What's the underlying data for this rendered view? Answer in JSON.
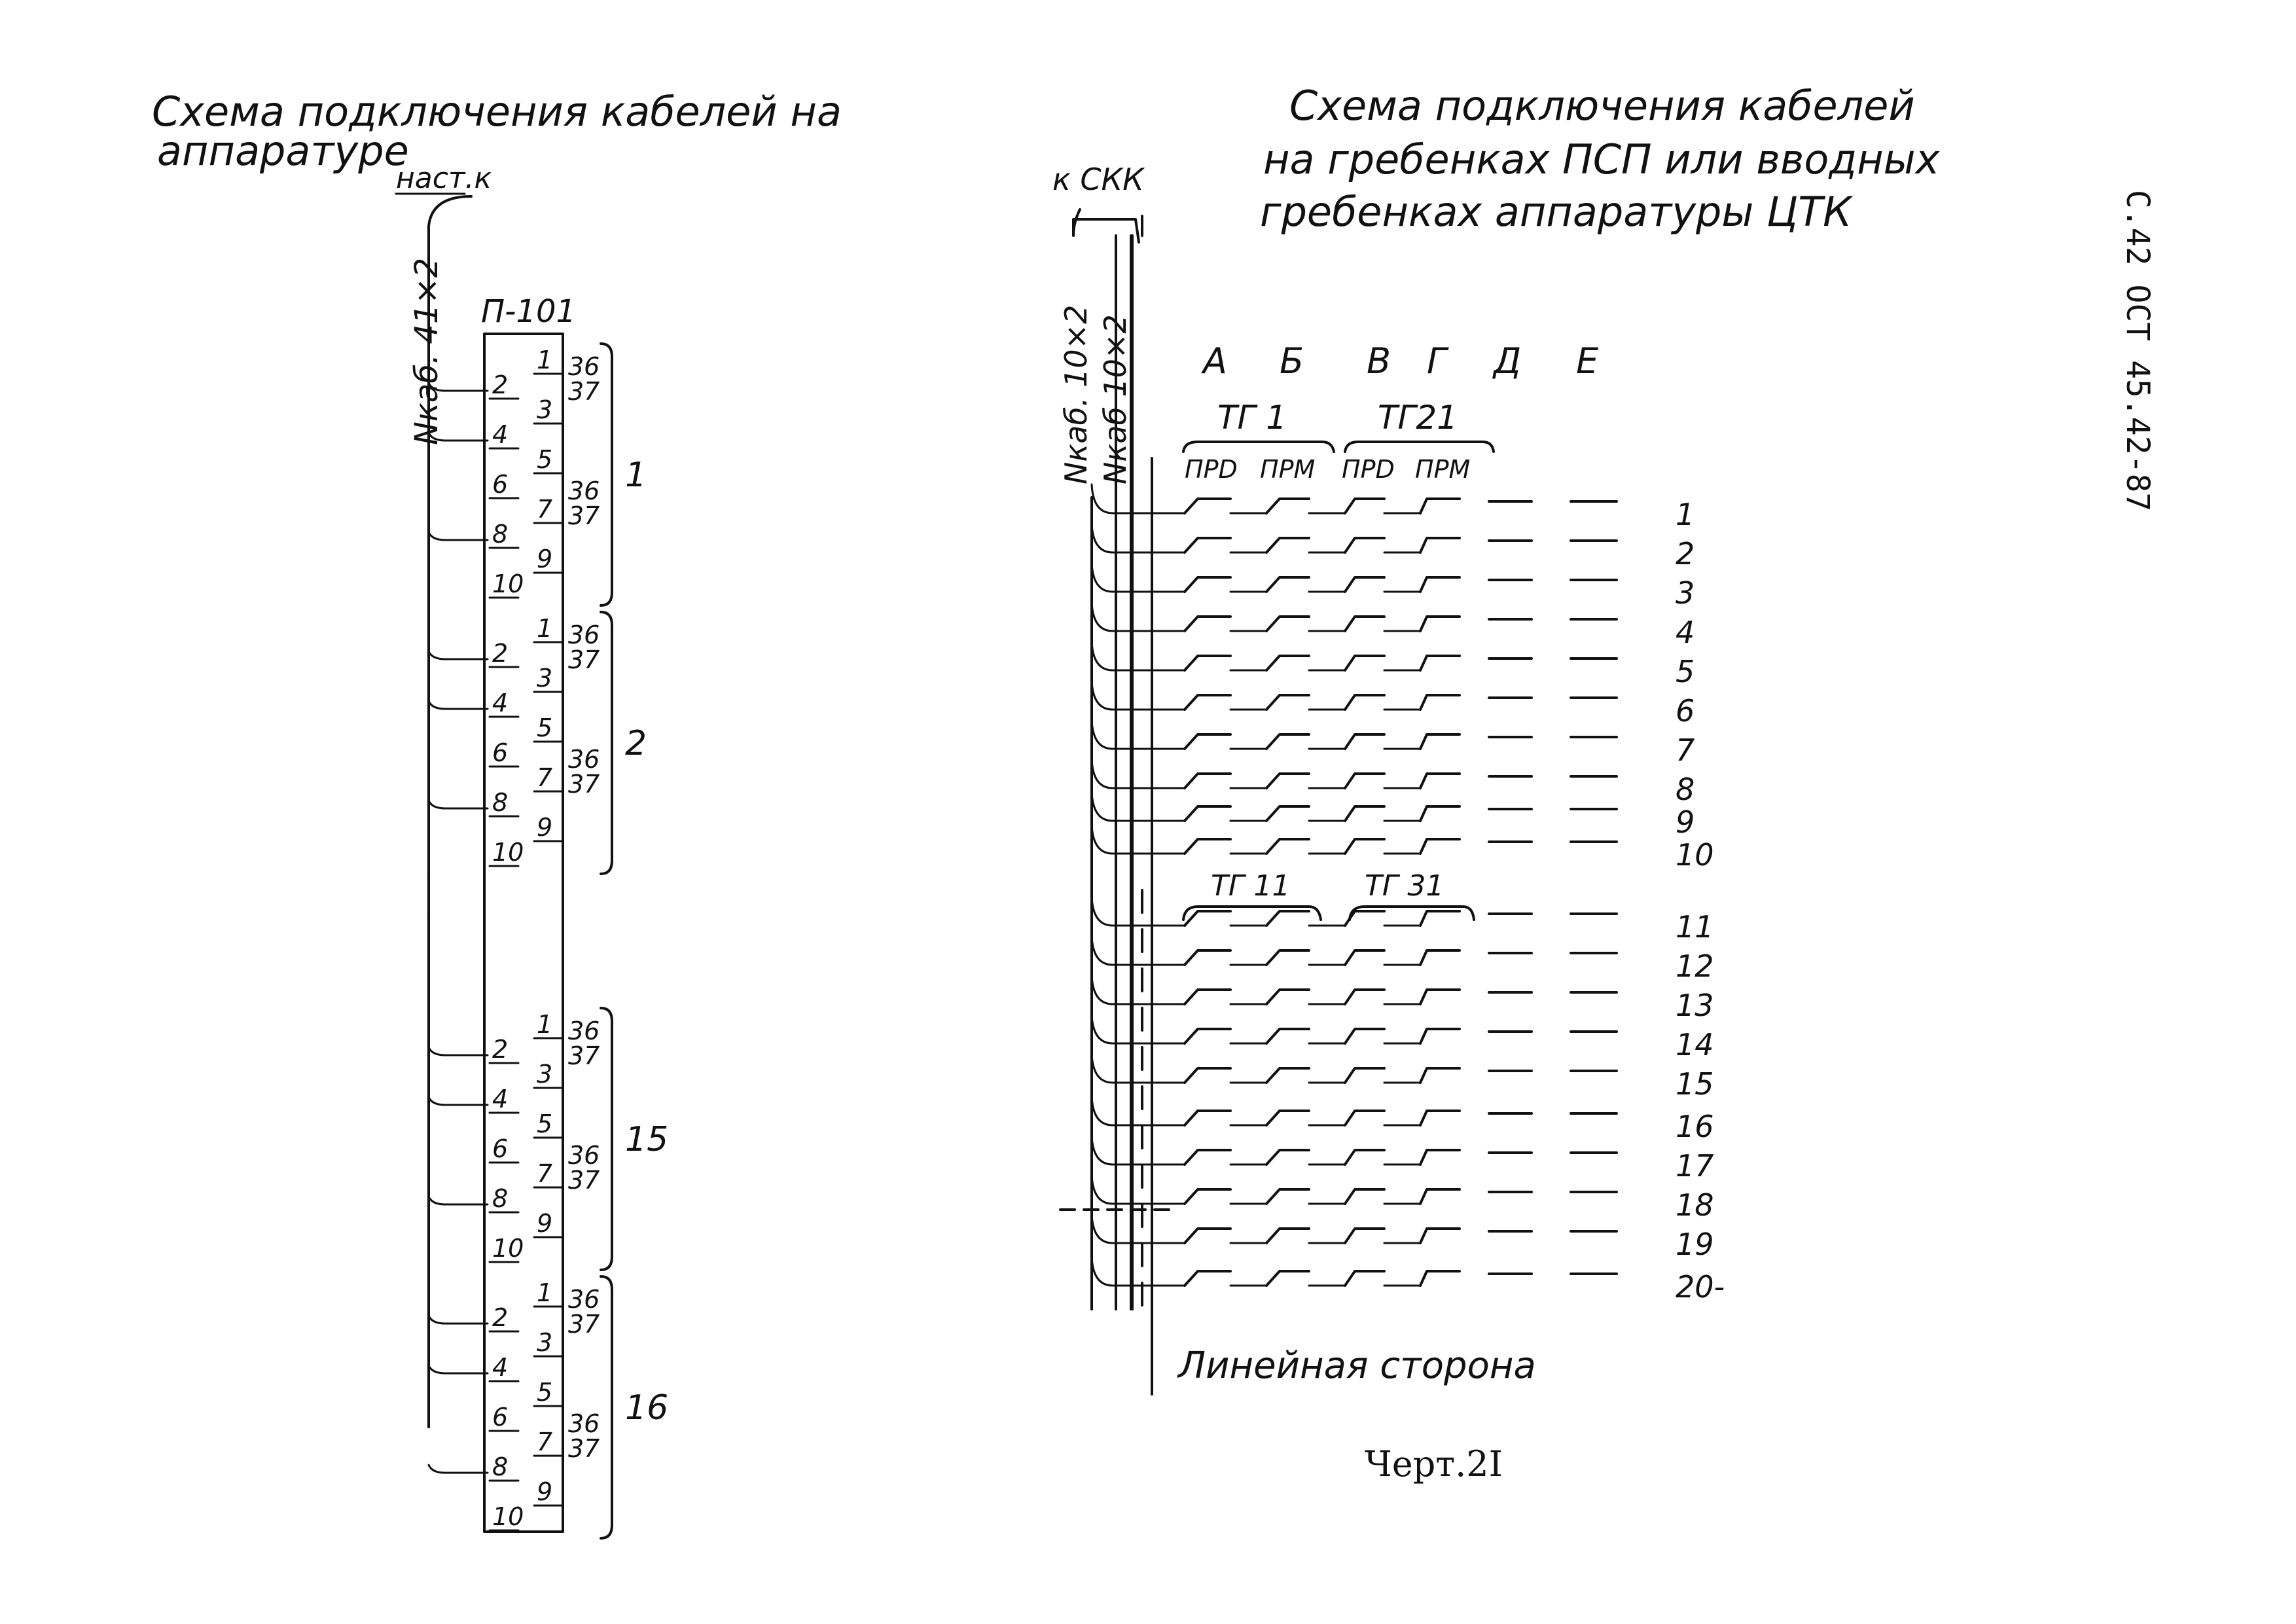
{
  "stamp": "С.42 ОСТ 45.42-87",
  "left": {
    "title_line1": "Схема подключения кабелей на",
    "title_line2": "аппаратуре",
    "title_note": "наст.к",
    "cable_label": "Nкаб. 41×2",
    "block_label": "П-101",
    "pin_pair_top": "36",
    "pin_pair_bottom": "37",
    "groups": [
      {
        "label": "1",
        "pins": [
          "1",
          "2",
          "3",
          "4",
          "5",
          "6",
          "7",
          "8",
          "9",
          "10"
        ]
      },
      {
        "label": "2",
        "pins": [
          "1",
          "2",
          "3",
          "4",
          "5",
          "6",
          "7",
          "8",
          "9",
          "10"
        ]
      },
      {
        "label": "15",
        "pins": [
          "1",
          "2",
          "3",
          "4",
          "5",
          "6",
          "7",
          "8",
          "9",
          "10"
        ]
      },
      {
        "label": "16",
        "pins": [
          "1",
          "2",
          "3",
          "4",
          "5",
          "6",
          "7",
          "8",
          "9",
          "10"
        ]
      }
    ]
  },
  "right": {
    "title_line1": "Схема подключения кабелей",
    "title_line2": "на гребенках ПСП или вводных",
    "title_line3": "гребенках аппаратуры ЦТК",
    "to_label": "к СКК",
    "cable_label_1": "Nкаб. 10×2",
    "cable_label_2": "Nкаб 10×2",
    "columns": [
      "А",
      "Б",
      "В",
      "Г",
      "Д",
      "Е"
    ],
    "tg_top_1": "ТГ 1",
    "tg_top_2": "ТГ21",
    "sub_prd_1": "ПРD",
    "sub_prm_1": "ПРМ",
    "sub_prd_2": "ПРD",
    "sub_prm_2": "ПРМ",
    "tg_mid_1": "ТГ 11",
    "tg_mid_2": "ТГ 31",
    "rows": [
      "1",
      "2",
      "3",
      "4",
      "5",
      "6",
      "7",
      "8",
      "9",
      "10",
      "11",
      "12",
      "13",
      "14",
      "15",
      "16",
      "17",
      "18",
      "19",
      "20-"
    ],
    "bottom_label": "Линейная сторона"
  },
  "caption": "Черт.2I"
}
